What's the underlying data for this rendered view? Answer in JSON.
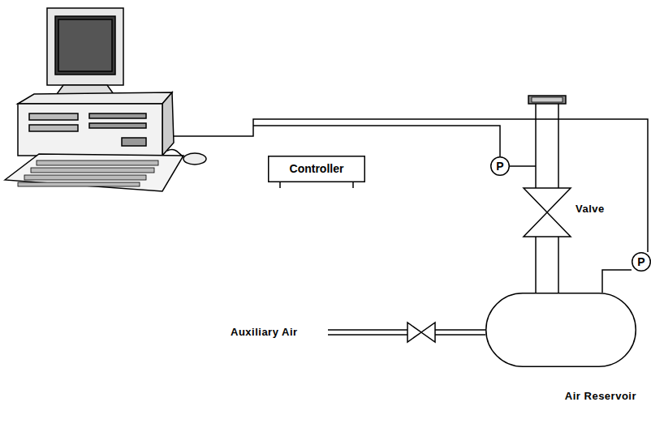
{
  "diagram": {
    "nodes": [
      {
        "text": [
          "Controller"
        ]
      },
      {
        "text": [
          "P"
        ]
      },
      {
        "text": [
          "Valve"
        ]
      },
      {
        "text": [
          "P"
        ]
      },
      {
        "text": [
          "Air Reservoir"
        ]
      }
    ],
    "edges": [
      {
        "from": 0,
        "to": 2,
        "arrow": "none"
      },
      {
        "from": 2,
        "to": 4,
        "arrow": "none"
      }
    ],
    "labels": [
      "Auxiliary Air"
    ]
  }
}
